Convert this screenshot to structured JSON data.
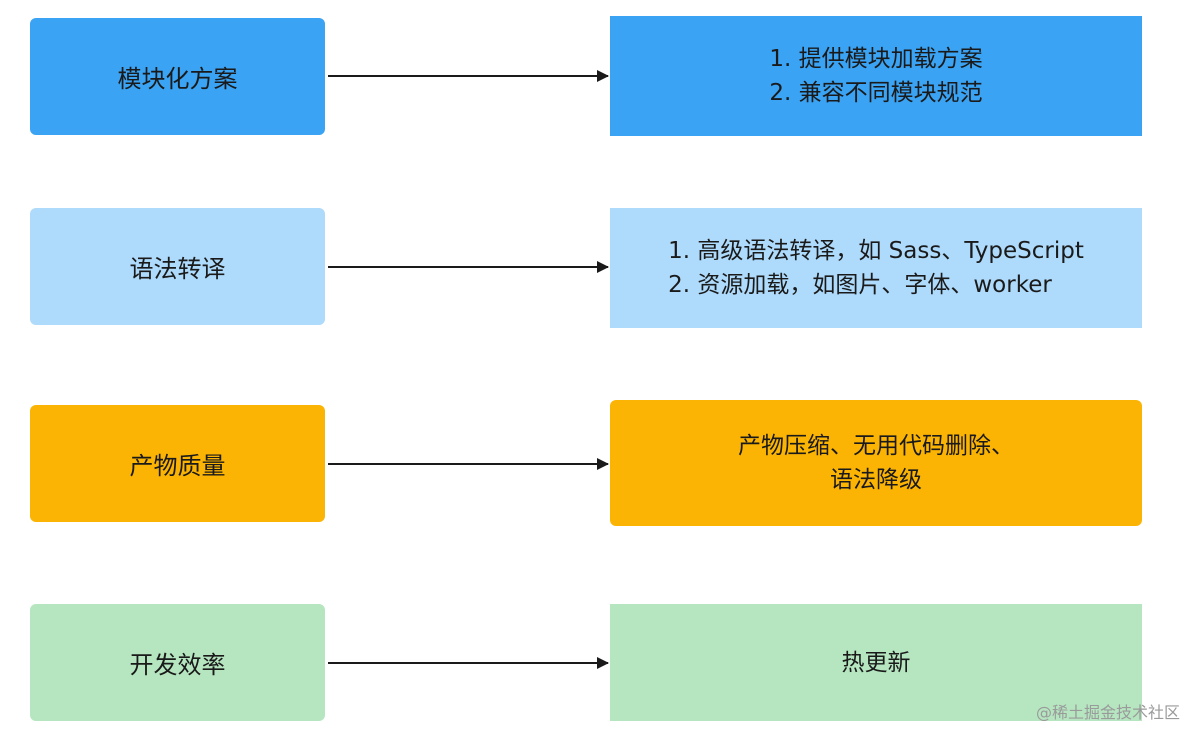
{
  "colors": {
    "row1": "#3aa3f3",
    "row2": "#aedafb",
    "row3": "#fbb404",
    "row4": "#b5e6c0",
    "arrow": "#1a1a1a",
    "watermark": "#9a9a9a"
  },
  "rows": [
    {
      "left_label": "模块化方案",
      "right_lines": [
        "1. 提供模块加载方案",
        "2. 兼容不同模块规范"
      ]
    },
    {
      "left_label": "语法转译",
      "right_lines": [
        "1. 高级语法转译，如 Sass、TypeScript",
        "2. 资源加载，如图片、字体、worker"
      ]
    },
    {
      "left_label": "产物质量",
      "right_lines": [
        "产物压缩、无用代码删除、",
        "语法降级"
      ]
    },
    {
      "left_label": "开发效率",
      "right_lines": [
        "热更新"
      ]
    }
  ],
  "watermark": "@稀土掘金技术社区"
}
